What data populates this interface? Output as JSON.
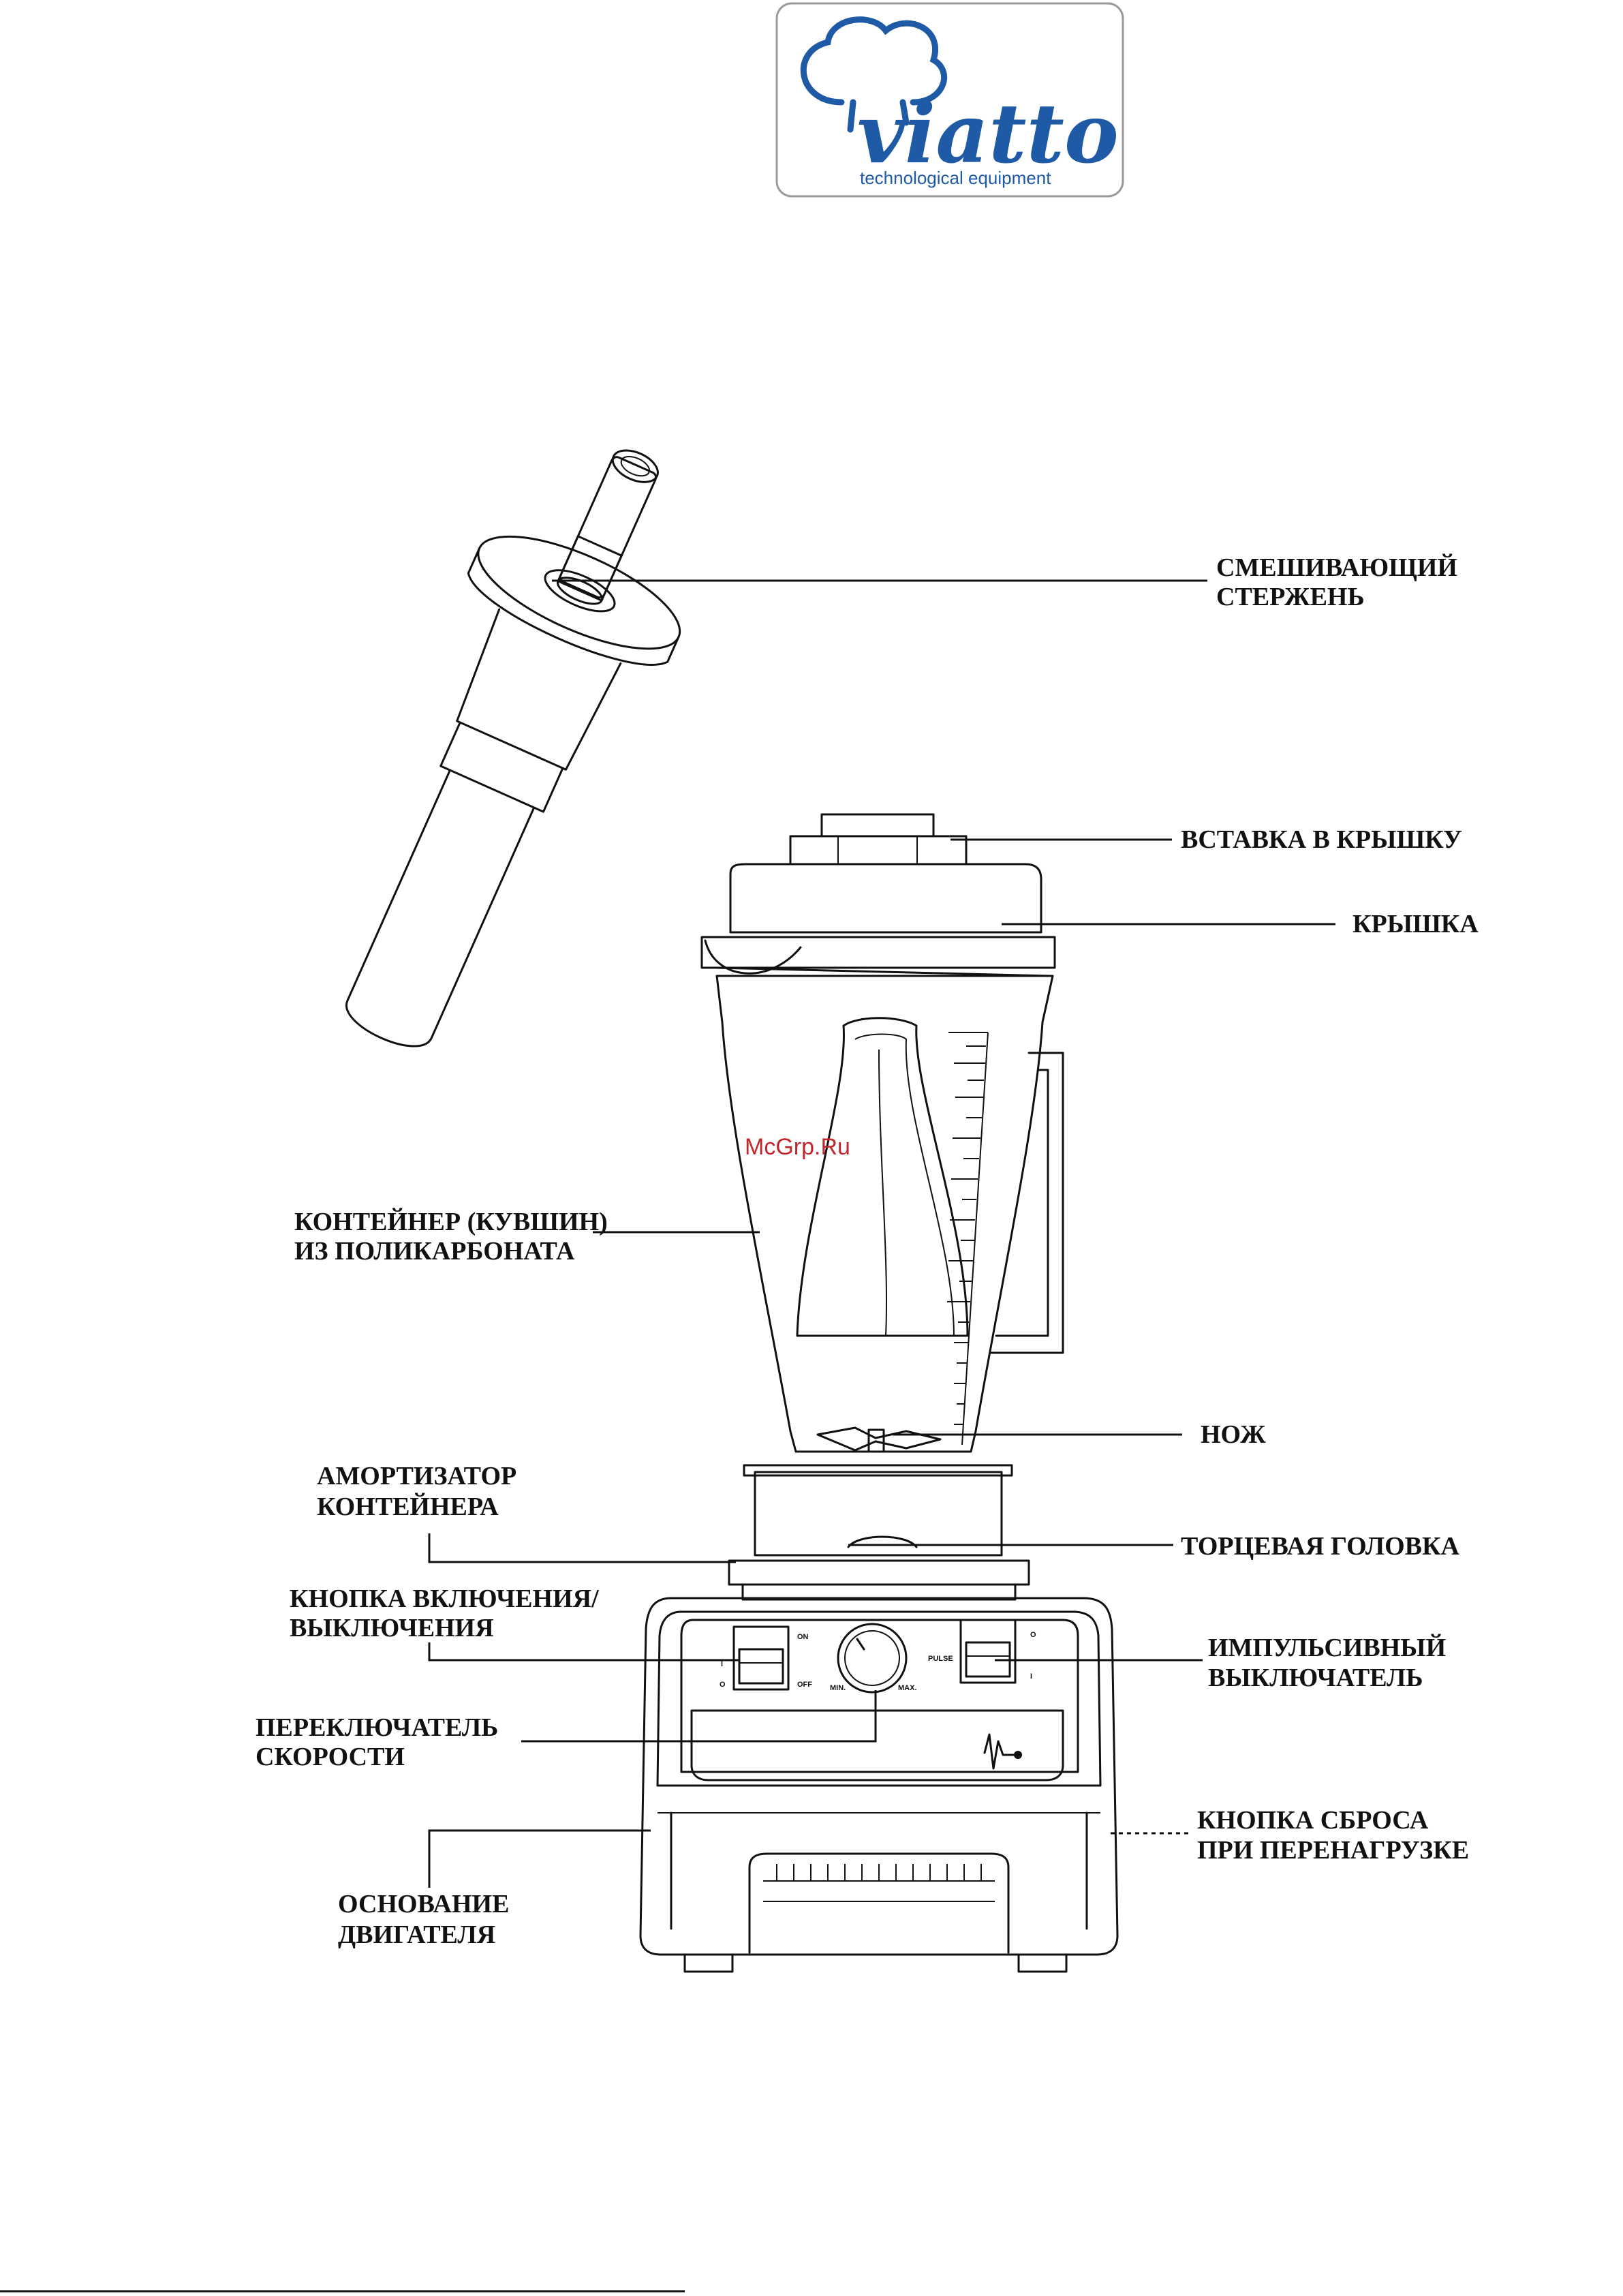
{
  "logo": {
    "wordmark": "viatto",
    "tagline": "technological equipment",
    "color": "#1f5aa6"
  },
  "watermark": {
    "text": "McGrp.Ru",
    "color": "#c0282d"
  },
  "labels": {
    "mixing_rod": [
      "СМЕШИВАЮЩИЙ",
      "СТЕРЖЕНЬ"
    ],
    "lid_insert": [
      "ВСТАВКА В КРЫШКУ"
    ],
    "lid": [
      "КРЫШКА"
    ],
    "container": [
      "КОНТЕЙНЕР (КУВШИН)",
      "ИЗ ПОЛИКАРБОНАТА"
    ],
    "blade": [
      "НОЖ"
    ],
    "container_damper": [
      "АМОРТИЗАТОР",
      "КОНТЕЙНЕРА"
    ],
    "drive_head": [
      "ТОРЦЕВАЯ ГОЛОВКА"
    ],
    "power_switch": [
      "КНОПКА ВКЛЮЧЕНИЯ/",
      "ВЫКЛЮЧЕНИЯ"
    ],
    "pulse_switch": [
      "ИМПУЛЬСИВНЫЙ",
      "ВЫКЛЮЧАТЕЛЬ"
    ],
    "speed_selector": [
      "ПЕРЕКЛЮЧАТЕЛЬ",
      "СКОРОСТИ"
    ],
    "overload_reset": [
      "КНОПКА СБРОСА",
      "ПРИ ПЕРЕНАГРУЗКЕ"
    ],
    "motor_base": [
      "ОСНОВАНИЕ",
      "ДВИГАТЕЛЯ"
    ]
  },
  "panel_marks": {
    "on": "ON",
    "off": "OFF",
    "min": "MIN.",
    "max": "MAX.",
    "pulse": "PULSE",
    "one": "I",
    "zero": "O"
  }
}
